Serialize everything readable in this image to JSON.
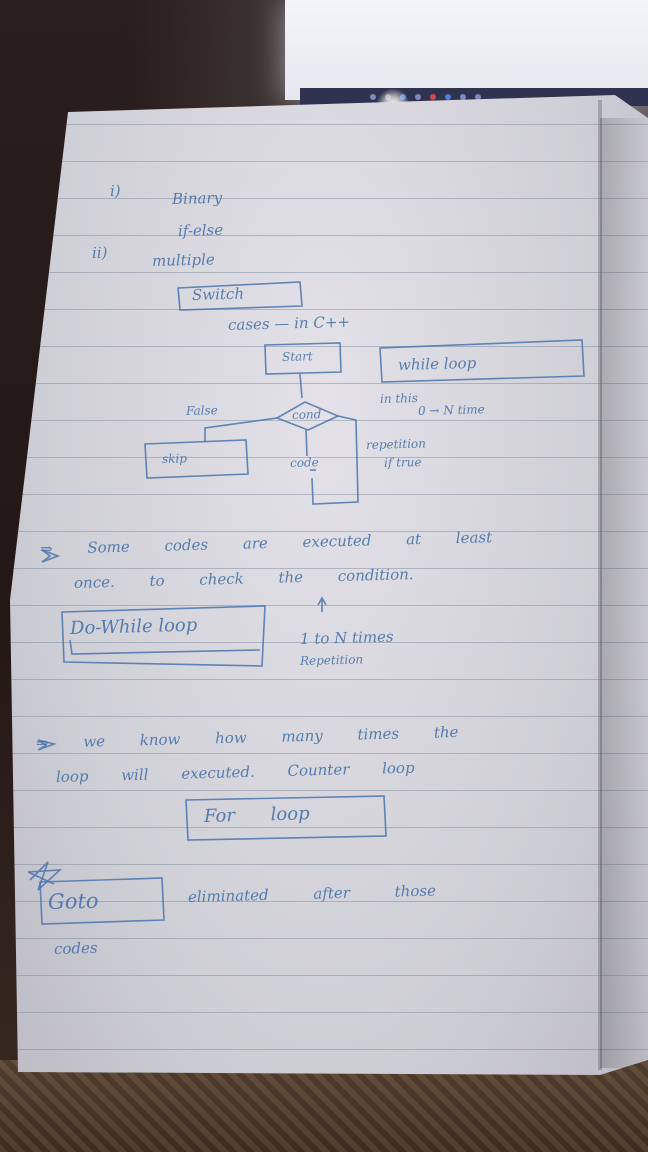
{
  "notes": {
    "item_1_marker": "i)",
    "item_1_title": "Binary",
    "item_1_sub": "if-else",
    "item_2_marker": "ii)",
    "item_2_title": "multiple",
    "switch_label": "Switch",
    "cases_line": "cases — in C++",
    "start_label": "Start",
    "while_loop_label": "while loop",
    "false_label": "False",
    "cond_label": "cond",
    "skip_label": "skip",
    "code_label": "code",
    "in_this_label": "in this",
    "zero_to_n_label": "0 → N time",
    "repetition_label": "repetition",
    "if_true_label": "if true",
    "line_some_codes": "⇒ Some codes are executed at least",
    "line_once": "once. to check the condition.",
    "do_while_label": "Do-While loop",
    "one_to_n_label": "1 to N times",
    "repetition_label_2": "Repetition",
    "line_we_know": "⇒ we know how many times the",
    "line_loop_executed": "loop will executed. Counter loop",
    "for_loop_label": "For loop",
    "goto_label": "Goto",
    "line_eliminated": "eliminated after those",
    "line_codes": "codes"
  },
  "colors": {
    "ink": "#3f6da8",
    "paper": "#dcdbe2",
    "rules": "#7882a0",
    "background": "#2a1d1a"
  }
}
